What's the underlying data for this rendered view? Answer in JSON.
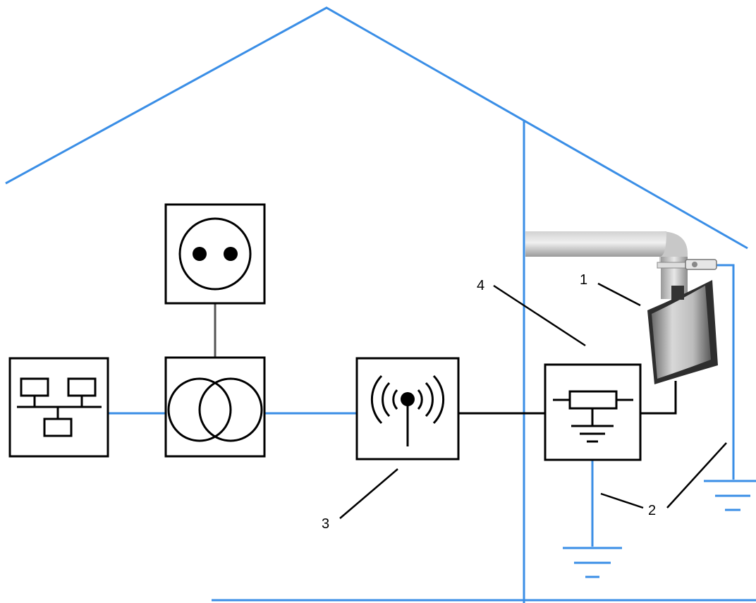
{
  "labels": {
    "antenna": "1",
    "grounding": "2",
    "access_point": "3",
    "lightning_protector": "4"
  },
  "colors": {
    "building_outline": "#3a8ee6",
    "wired_link": "#3a8ee6",
    "component_stroke": "#000000",
    "mast_pipe": "#b8b8b8",
    "antenna_body": "#3c3c3c"
  },
  "icons": {
    "network": "network-topology-icon",
    "power_socket": "power-socket-icon",
    "power_injector": "power-injector-icon",
    "access_point": "wireless-access-point-icon",
    "lightning_protector": "surge-protector-icon",
    "antenna": "panel-antenna-icon",
    "ground": "ground-icon"
  }
}
